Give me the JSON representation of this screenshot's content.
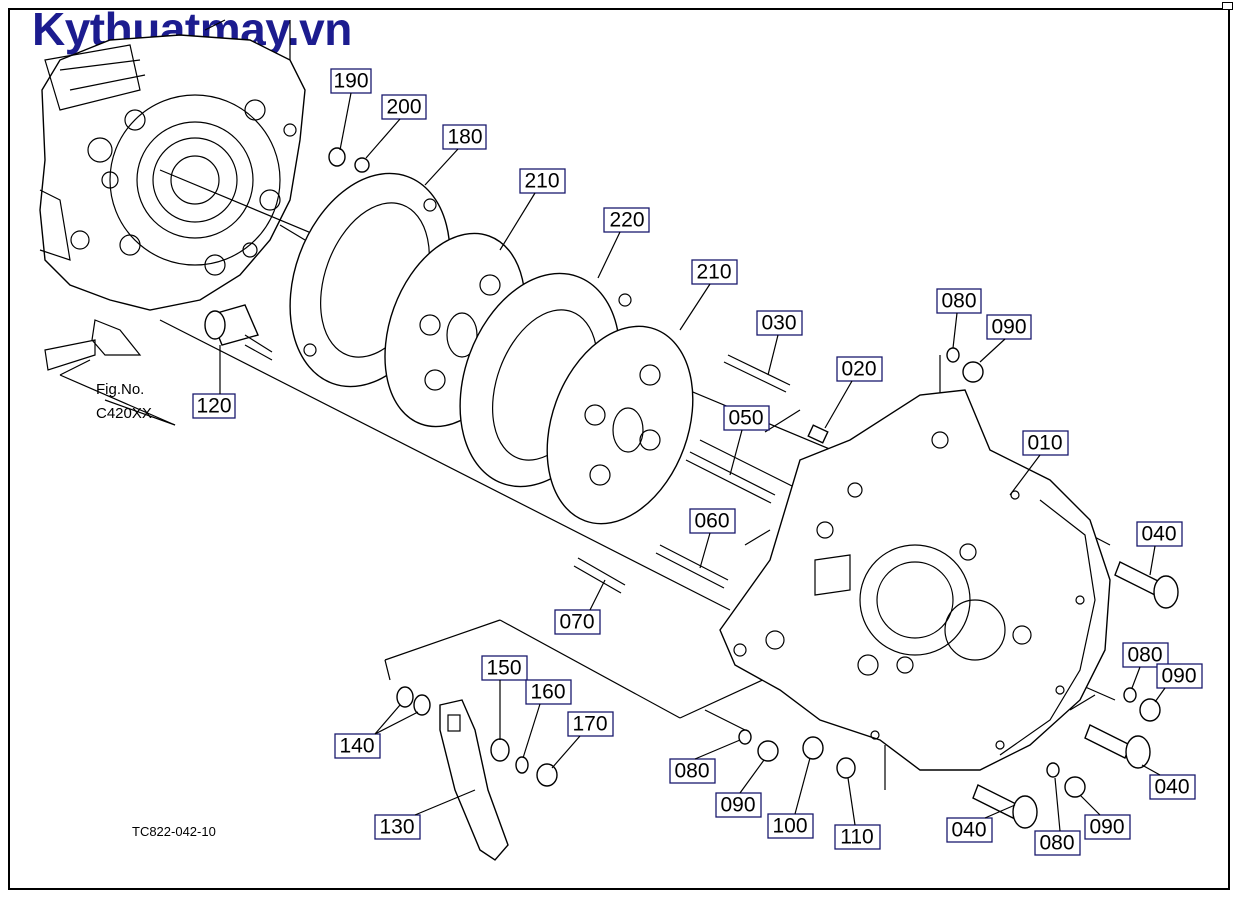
{
  "watermark": "Kythuatmay.vn",
  "figure": {
    "caption_line1": "Fig.No.",
    "caption_line2": "C420XX",
    "drawing_code": "TC822-042-10"
  },
  "callouts": [
    {
      "id": "c190",
      "text": "190"
    },
    {
      "id": "c200",
      "text": "200"
    },
    {
      "id": "c180",
      "text": "180"
    },
    {
      "id": "c210a",
      "text": "210"
    },
    {
      "id": "c220",
      "text": "220"
    },
    {
      "id": "c210b",
      "text": "210"
    },
    {
      "id": "c120",
      "text": "120"
    },
    {
      "id": "c080a",
      "text": "080"
    },
    {
      "id": "c090a",
      "text": "090"
    },
    {
      "id": "c030",
      "text": "030"
    },
    {
      "id": "c020",
      "text": "020"
    },
    {
      "id": "c050",
      "text": "050"
    },
    {
      "id": "c010",
      "text": "010"
    },
    {
      "id": "c060",
      "text": "060"
    },
    {
      "id": "c040a",
      "text": "040"
    },
    {
      "id": "c070",
      "text": "070"
    },
    {
      "id": "c080b",
      "text": "080"
    },
    {
      "id": "c090b",
      "text": "090"
    },
    {
      "id": "c150",
      "text": "150"
    },
    {
      "id": "c160",
      "text": "160"
    },
    {
      "id": "c170",
      "text": "170"
    },
    {
      "id": "c140",
      "text": "140"
    },
    {
      "id": "c080c",
      "text": "080"
    },
    {
      "id": "c090c",
      "text": "090"
    },
    {
      "id": "c100",
      "text": "100"
    },
    {
      "id": "c110",
      "text": "110"
    },
    {
      "id": "c040b",
      "text": "040"
    },
    {
      "id": "c040c",
      "text": "040"
    },
    {
      "id": "c080d",
      "text": "080"
    },
    {
      "id": "c090d",
      "text": "090"
    },
    {
      "id": "c130",
      "text": "130"
    }
  ]
}
